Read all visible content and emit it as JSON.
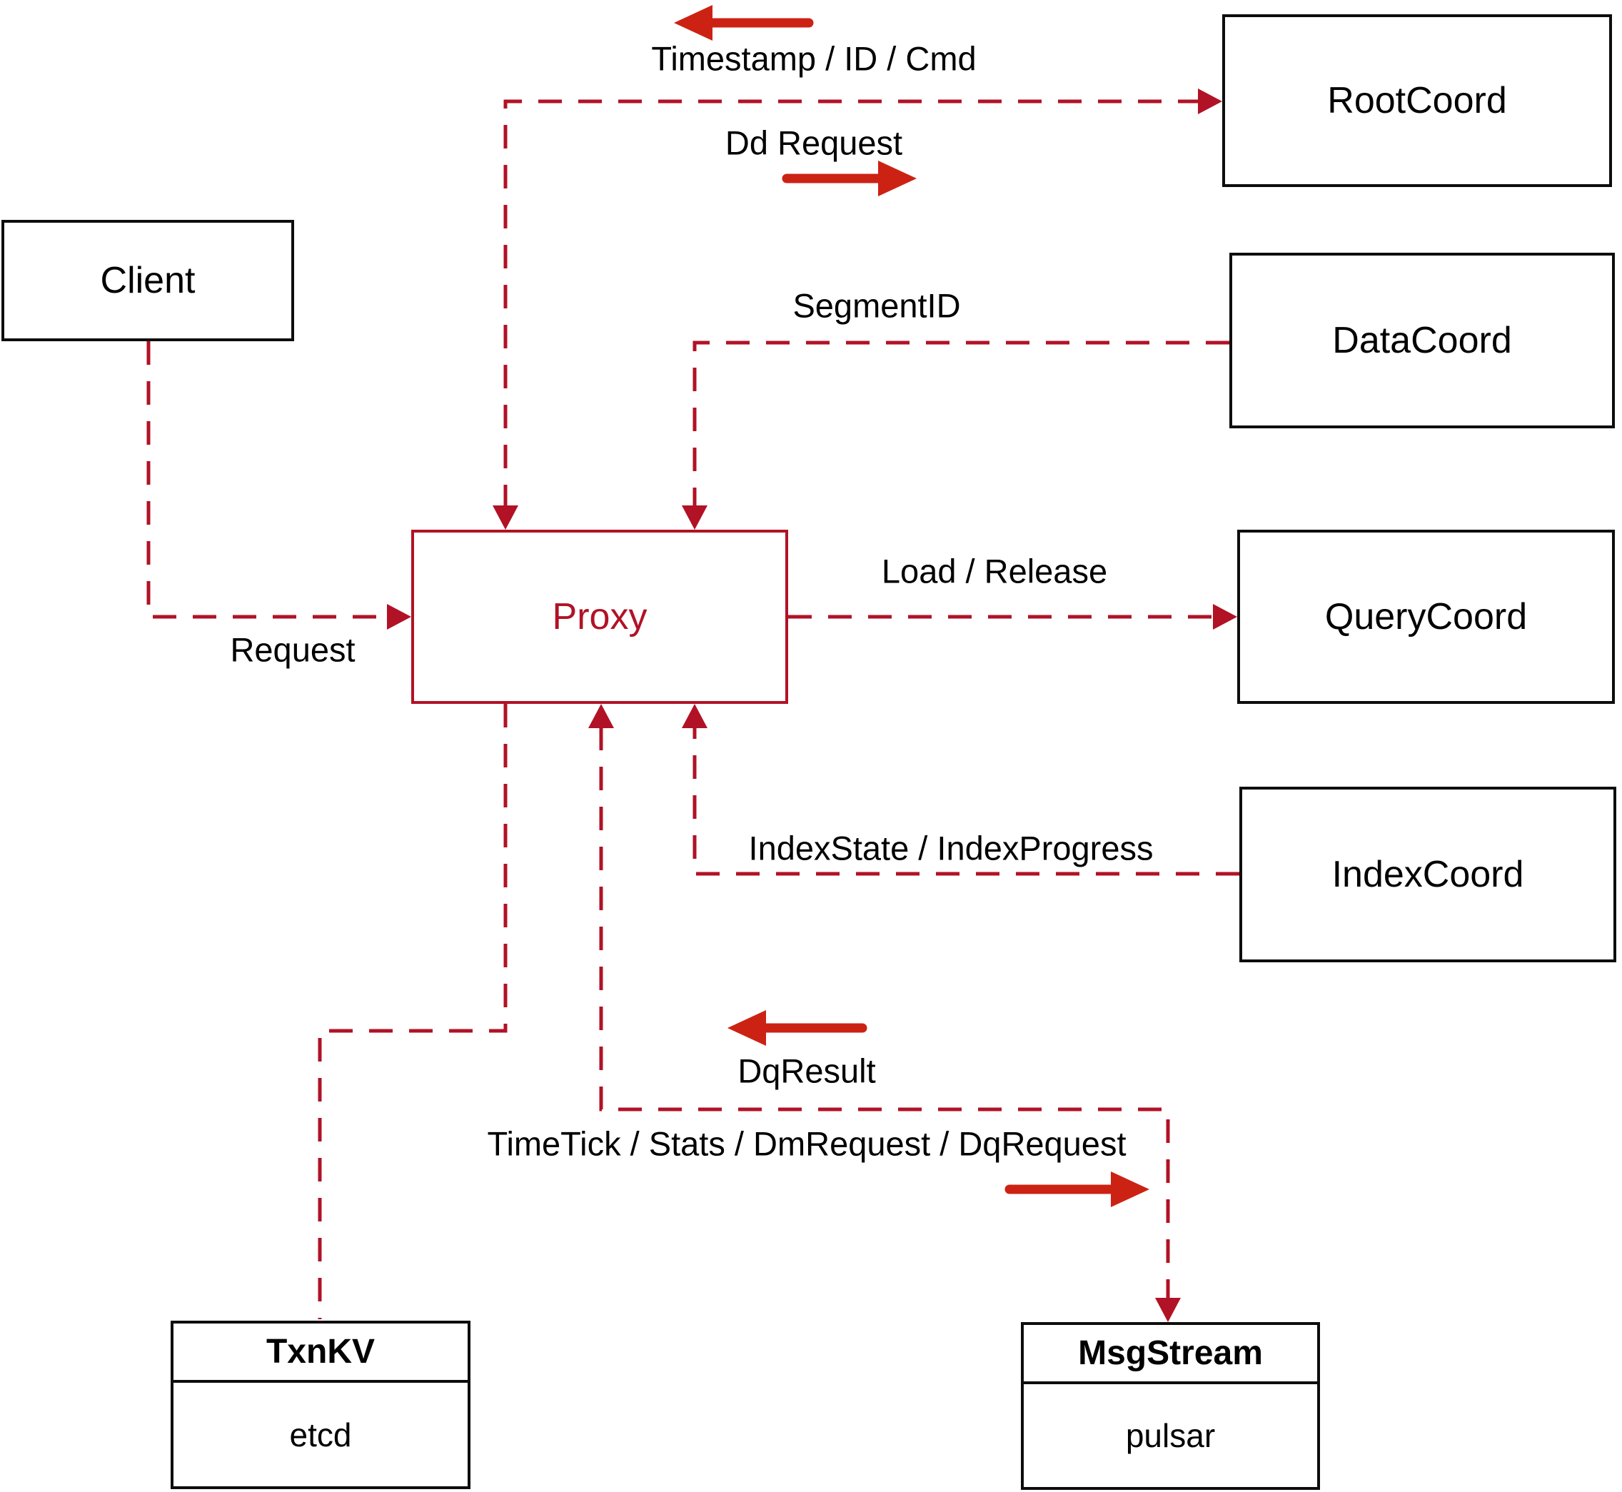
{
  "nodes": {
    "client": {
      "label": "Client"
    },
    "proxy": {
      "label": "Proxy"
    },
    "rootcoord": {
      "label": "RootCoord"
    },
    "datacoord": {
      "label": "DataCoord"
    },
    "querycoord": {
      "label": "QueryCoord"
    },
    "indexcoord": {
      "label": "IndexCoord"
    },
    "txnkv": {
      "title": "TxnKV",
      "subtitle": "etcd"
    },
    "msgstream": {
      "title": "MsgStream",
      "subtitle": "pulsar"
    }
  },
  "edge_labels": {
    "timestamp": "Timestamp / ID / Cmd",
    "dd_request": "Dd Request",
    "segment_id": "SegmentID",
    "request": "Request",
    "load_release": "Load / Release",
    "index_state": "IndexState / IndexProgress",
    "dq_result": "DqResult",
    "timetick": "TimeTick / Stats / DmRequest / DqRequest"
  },
  "colors": {
    "connector_red": "#b11226",
    "arrow_red": "#cc2214",
    "box_border": "#0d0d0d",
    "text_black": "#000000"
  }
}
